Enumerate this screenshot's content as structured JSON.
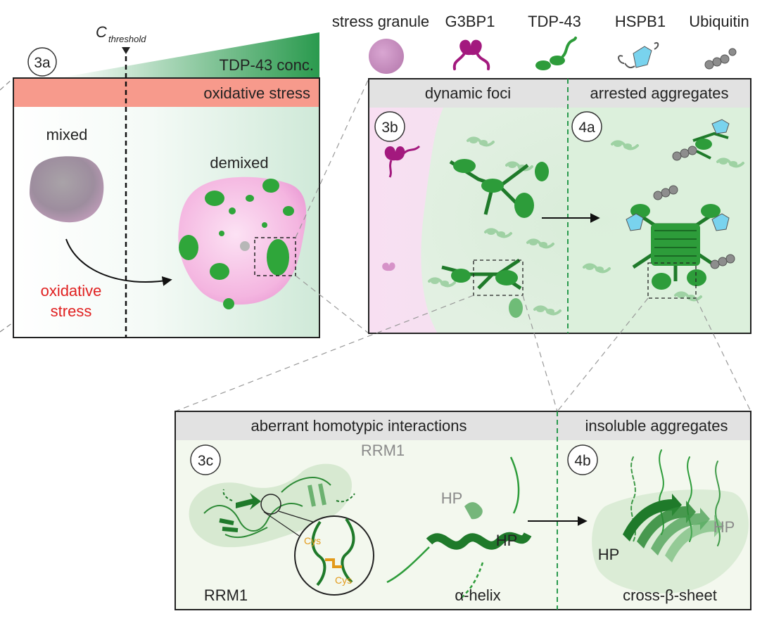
{
  "legend": {
    "stress_granule": "stress granule",
    "g3bp1": "G3BP1",
    "tdp43": "TDP-43",
    "hspb1": "HSPB1",
    "ubiquitin": "Ubiquitin"
  },
  "panel_3a": {
    "badge": "3a",
    "threshold_symbol": "C",
    "threshold_sub": "threshold",
    "gradient_label": "TDP-43 conc.",
    "stress_bar": "oxidative stress",
    "mixed": "mixed",
    "demixed": "demixed",
    "oxidative_line1": "oxidative",
    "oxidative_line2": "stress"
  },
  "panel_3b4a": {
    "left_header": "dynamic foci",
    "right_header": "arrested aggregates",
    "badge_left": "3b",
    "badge_right": "4a"
  },
  "panel_3c4b": {
    "left_header": "aberrant homotypic interactions",
    "right_header": "insoluble aggregates",
    "badge_left": "3c",
    "badge_right": "4b",
    "rrm1_top": "RRM1",
    "rrm1_bottom": "RRM1",
    "cys_top": "Cys",
    "cys_bottom": "Cys",
    "hp_helix_top": "HP",
    "hp_helix_right": "HP",
    "alpha_helix": "α-helix",
    "hp_sheet_left": "HP",
    "hp_sheet_right": "HP",
    "cross_beta": "cross-β-sheet"
  },
  "colors": {
    "green_dark": "#1f8a2c",
    "green_light": "#dcefdc",
    "pink": "#f2a9dc",
    "magenta": "#a3197e",
    "stress_red": "#f79a8c",
    "header_gray": "#e2e2e2",
    "hspb1_blue": "#79d3ee",
    "ubiquitin_gray": "#8d8d8d",
    "red_text": "#e02020",
    "cys_orange": "#e39a1a"
  }
}
